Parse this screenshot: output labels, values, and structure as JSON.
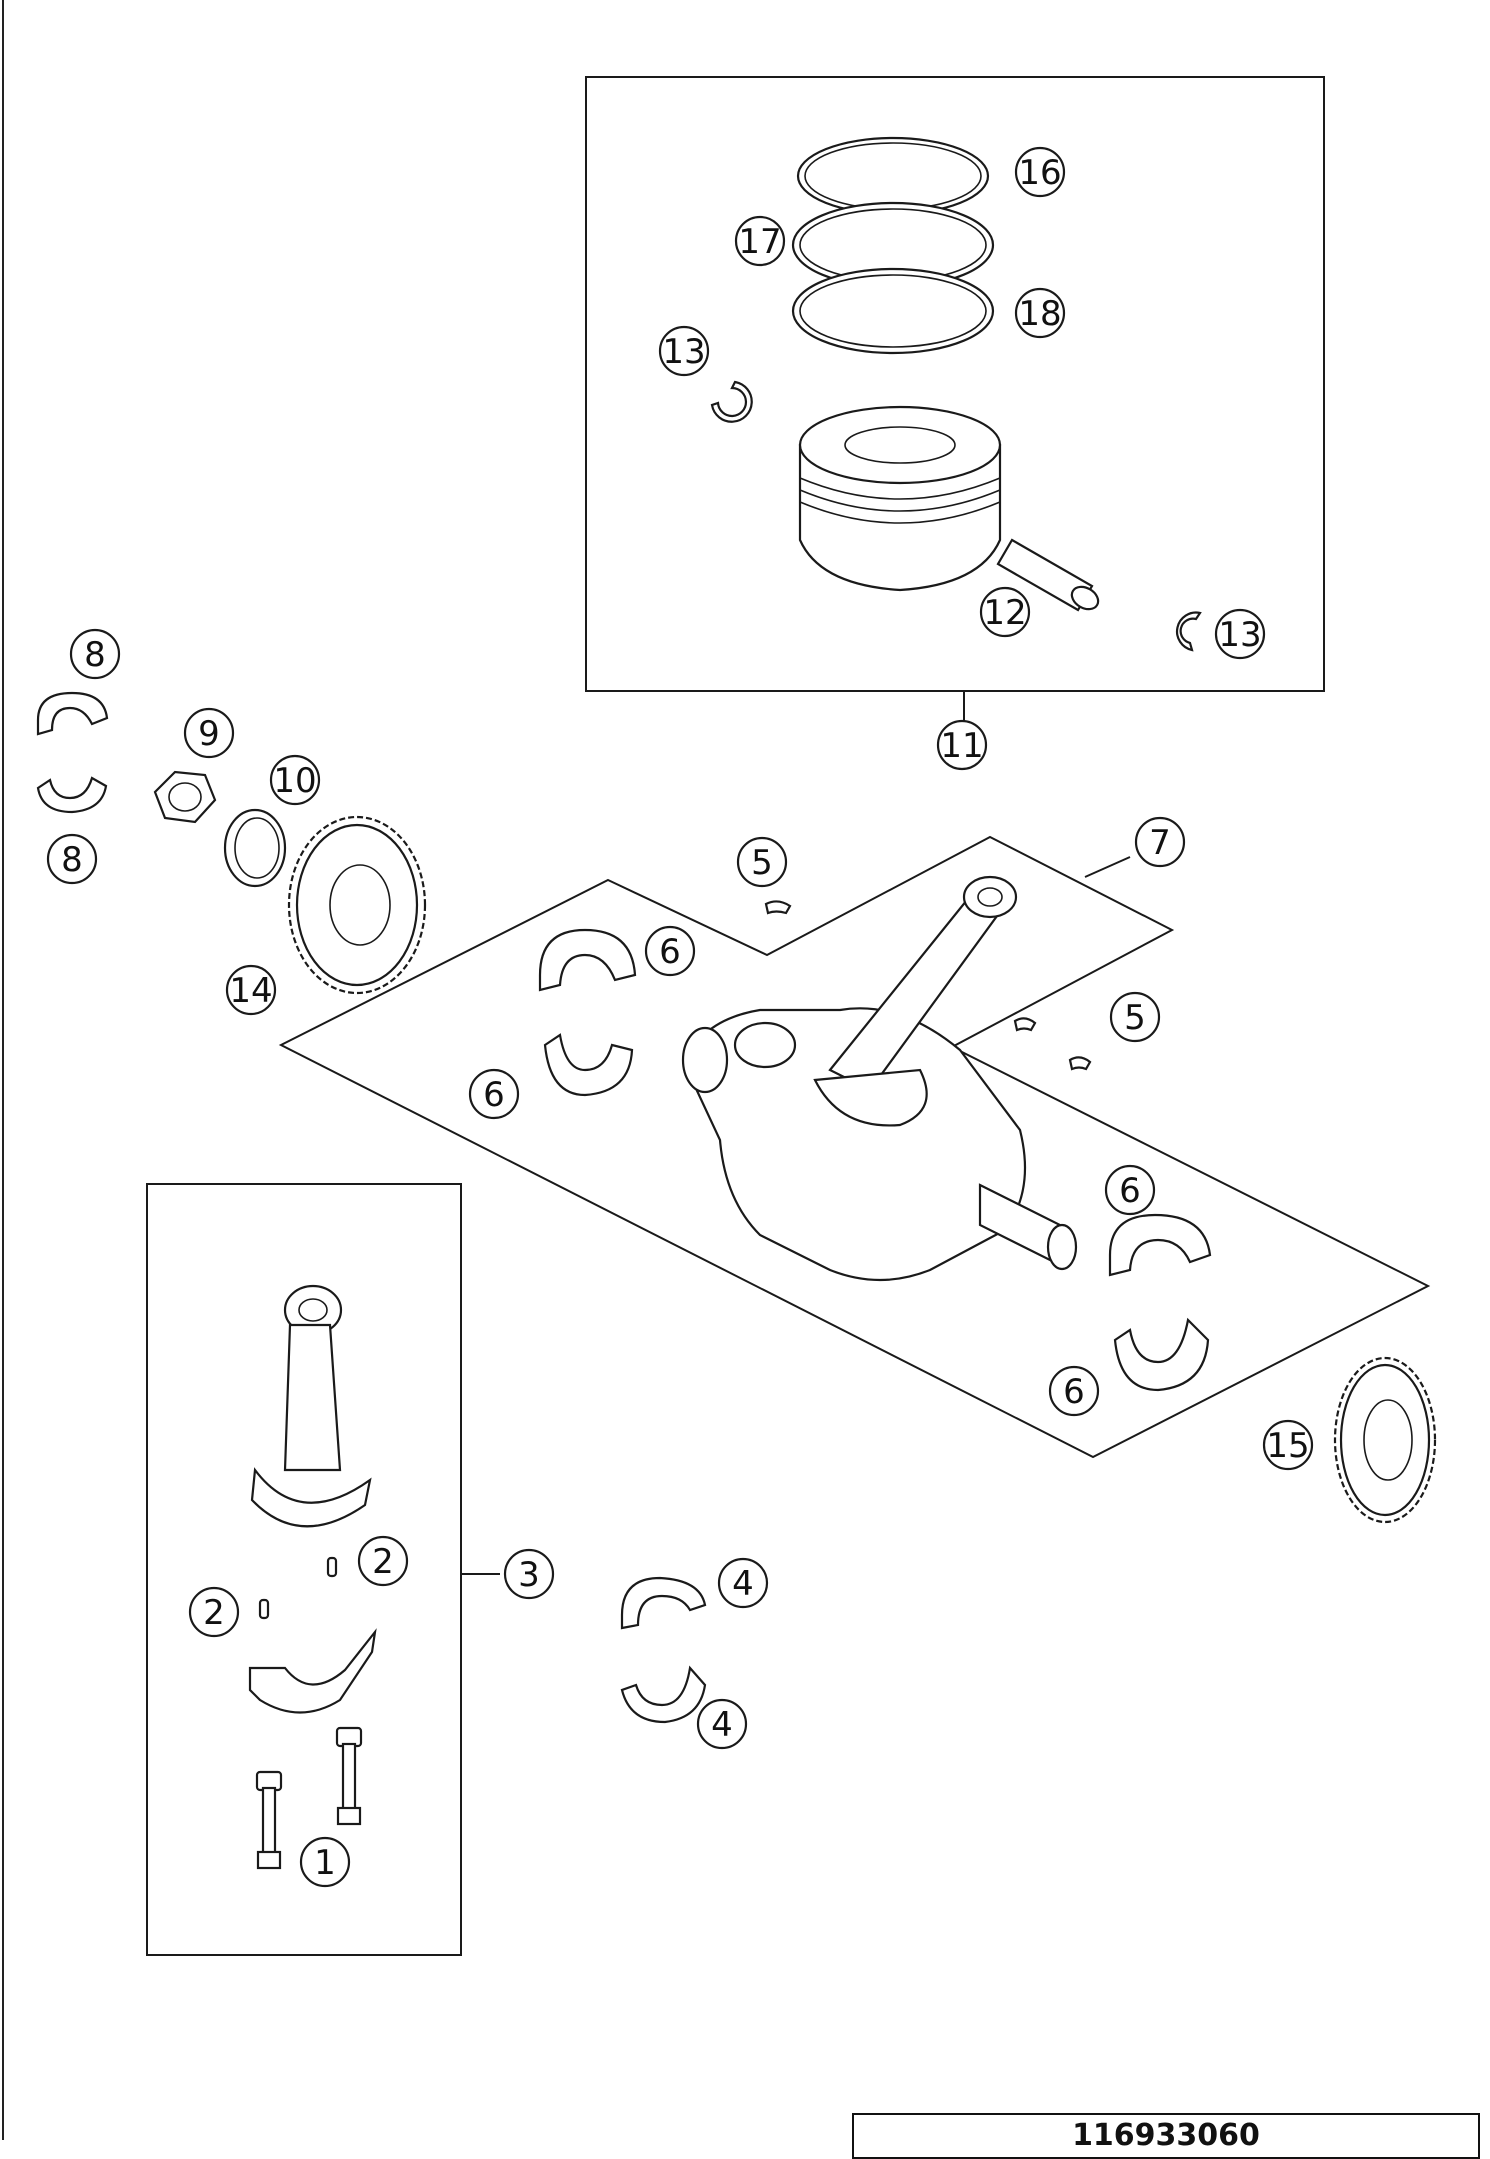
{
  "diagram": {
    "code": "116933060",
    "callouts": {
      "c1": "1",
      "c2a": "2",
      "c2b": "2",
      "c3": "3",
      "c4a": "4",
      "c4b": "4",
      "c5a": "5",
      "c5b": "5",
      "c6a": "6",
      "c6b": "6",
      "c6c": "6",
      "c6d": "6",
      "c7": "7",
      "c8a": "8",
      "c8b": "8",
      "c9": "9",
      "c10": "10",
      "c11": "11",
      "c12": "12",
      "c13a": "13",
      "c13b": "13",
      "c14": "14",
      "c15": "15",
      "c16": "16",
      "c17": "17",
      "c18": "18"
    }
  }
}
